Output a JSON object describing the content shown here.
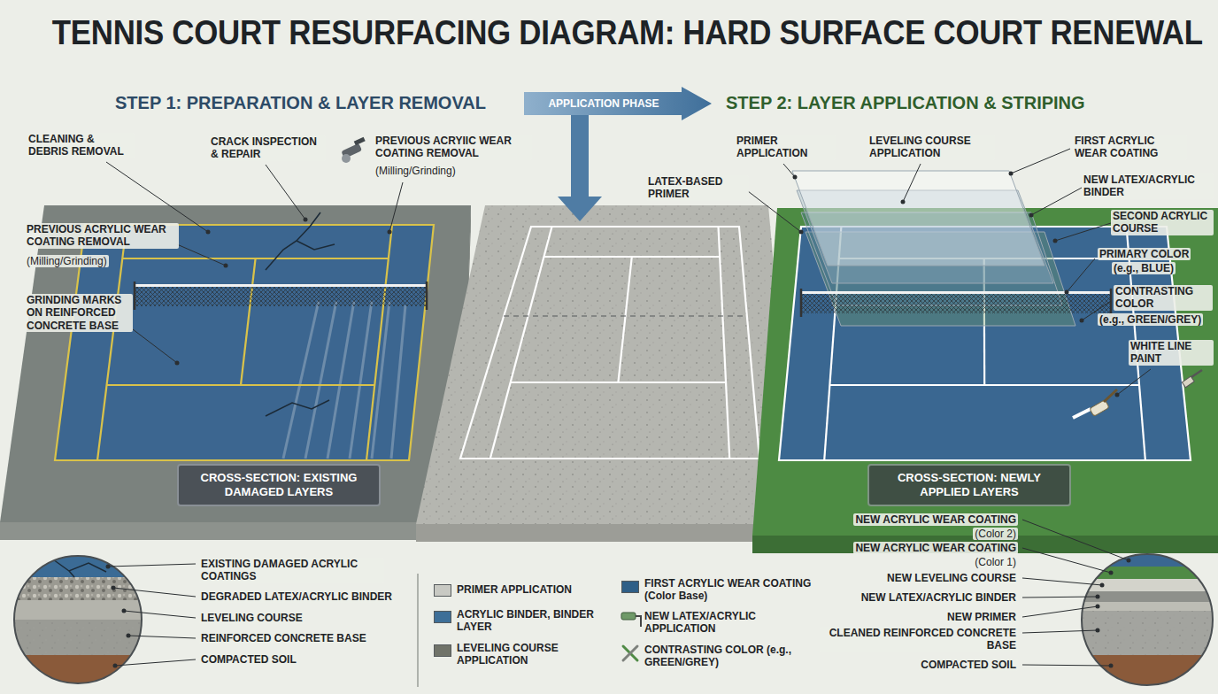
{
  "diagram": {
    "title": "TENNIS COURT RESURFACING DIAGRAM: HARD SURFACE COURT RENEWAL",
    "nodes": [
      {
        "text": [
          "APPLICATION PHASE"
        ]
      },
      {
        "text": [
          "CROSS-SECTION: EXISTING DAMAGED LAYERS"
        ]
      },
      {
        "text": [
          "CROSS-SECTION: NEWLY APPLIED LAYERS"
        ]
      }
    ],
    "labels": [
      "STEP 1: PREPARATION & LAYER REMOVAL",
      "STEP 2: LAYER APPLICATION & STRIPING",
      "CLEANING & DEBRIS REMOVAL",
      "CRACK INSPECTION & REPAIR",
      "PREVIOUS ACRYIIC WEAR COATING REMOVAL",
      "(Milling/Grinding)",
      "PREVIOUS ACRYLIC WEAR COATING REMOVAL",
      "(Milling/Grinding)",
      "GRINDING MARKS ON REINFORCED CONCRETE BASE",
      "PRIMER APPLICATION",
      "LEVELING COURSE APPLICATION",
      "FIRST ACRYLIC WEAR COATING",
      "LATEX-BASED PRIMER",
      "NEW LATEX/ACRYLIC BINDER",
      "SECOND ACRYLIC COURSE",
      "PRIMARY COLOR",
      "(e.g., BLUE)",
      "CONTRASTING COLOR",
      "(e.g., GREEN/GREY)",
      "WHITE LINE PAINT",
      "EXISTING DAMAGED ACRYLIC COATINGS",
      "DEGRADED LATEX/ACRYLIC BINDER",
      "LEVELING COURSE",
      "REINFORCED CONCRETE BASE",
      "COMPACTED SOIL",
      "NEW ACRYLIC WEAR COATING",
      "(Color 2)",
      "NEW ACRYLIC WEAR COATING",
      "(Color 1)",
      "NEW LEVELING COURSE",
      "NEW LATEX/ACRYLIC BINDER",
      "NEW PRIMER",
      "CLEANED REINFORCED CONCRETE BASE",
      "COMPACTED SOIL"
    ],
    "legend": [
      {
        "text": "PRIMER APPLICATION",
        "color": "#c8c9c3"
      },
      {
        "text": "ACRYLIC BINDER, BINDER LAYER",
        "color": "#3e6f98"
      },
      {
        "text": "LEVELING COURSE APPLICATION",
        "color": "#707369"
      },
      {
        "text": "FIRST ACRYLIC WEAR COATING (Color Base)",
        "color": "#2f5f87"
      },
      {
        "text": "NEW LATEX/ACRYLIC APPLICATION"
      },
      {
        "text": "CONTRASTING COLOR (e.g., GREEN/GREY)"
      }
    ]
  }
}
